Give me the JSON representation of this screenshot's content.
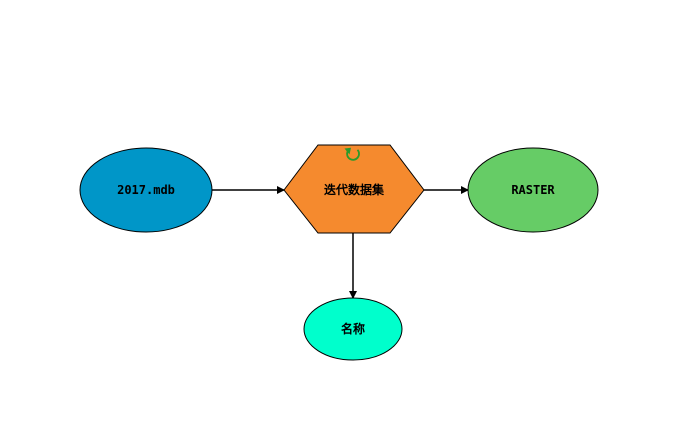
{
  "diagram": {
    "nodes": {
      "input_db": {
        "label": "2017.mdb",
        "color": "#0096c8"
      },
      "iterator": {
        "label": "迭代数据集",
        "color": "#f58a2e",
        "icon": "iterate-icon",
        "icon_color": "#2a9a2a"
      },
      "output_raster": {
        "label": "RASTER",
        "color": "#66cc66"
      },
      "output_name": {
        "label": "名称",
        "color": "#00ffcc"
      }
    },
    "edges": [
      {
        "from": "2017.mdb",
        "to": "迭代数据集"
      },
      {
        "from": "迭代数据集",
        "to": "RASTER"
      },
      {
        "from": "迭代数据集",
        "to": "名称"
      }
    ]
  }
}
